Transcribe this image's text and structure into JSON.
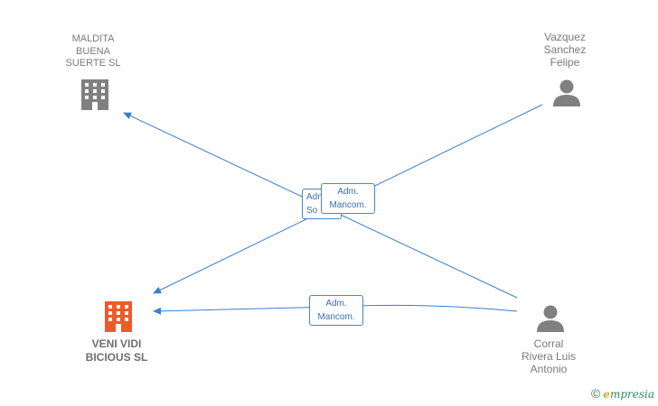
{
  "nodes": {
    "maldita": {
      "label": "MALDITA\nBUENA\nSUERTE  SL",
      "type": "company",
      "color": "#808080"
    },
    "veni": {
      "label": "VENI VIDI\nBICIOUS  SL",
      "type": "company",
      "color": "#f05a28"
    },
    "vazquez": {
      "label": "Vazquez\nSanchez\nFelipe",
      "type": "person",
      "color": "#808080"
    },
    "corral": {
      "label": "Corral\nRivera Luis\nAntonio",
      "type": "person",
      "color": "#808080"
    }
  },
  "edges": {
    "back_label": "Adm.\nSo",
    "front_label": "Adm.\nMancom.",
    "bottom_label": "Adm.\nMancom."
  },
  "brand": {
    "copyright": "©",
    "name_initial": "e",
    "name_rest": "mpresia"
  },
  "colors": {
    "edge": "#3a7fd0"
  }
}
